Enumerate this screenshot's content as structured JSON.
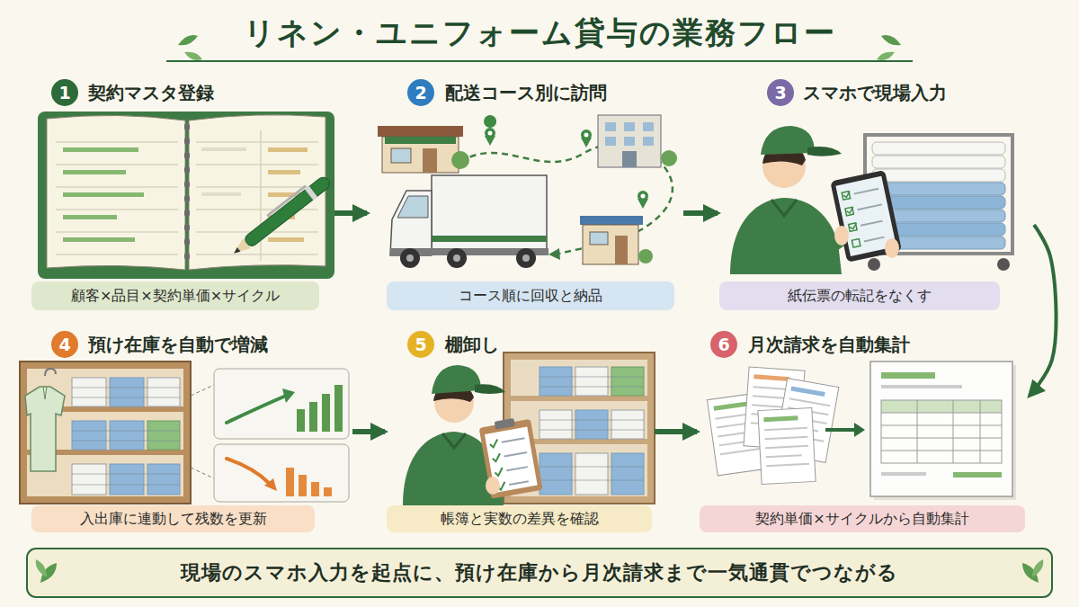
{
  "diagram": {
    "title": "リネン・ユニフォーム貸与の業務フロー",
    "caption": "現場のスマホ入力を起点に、預け在庫から月次請求まで一気通貫でつながる",
    "nodes": [
      {
        "text": [
          "契約マスタ登録"
        ]
      },
      {
        "text": [
          "1"
        ],
        "in": 0
      },
      {
        "text": [
          "顧客×品目×契約単価×サイクル"
        ],
        "in": 0
      },
      {
        "text": [
          "配送コース別に訪問"
        ]
      },
      {
        "text": [
          "2"
        ],
        "in": 3
      },
      {
        "text": [
          "コース順に回収と納品"
        ],
        "in": 3
      },
      {
        "text": [
          "スマホで現場入力"
        ]
      },
      {
        "text": [
          "3"
        ],
        "in": 6
      },
      {
        "text": [
          "紙伝票の転記をなくす"
        ],
        "in": 6
      },
      {
        "text": [
          "預け在庫を自動で増減"
        ]
      },
      {
        "text": [
          "4"
        ],
        "in": 9
      },
      {
        "text": [
          "入出庫に連動して残数を更新"
        ],
        "in": 9
      },
      {
        "text": [
          "棚卸し"
        ]
      },
      {
        "text": [
          "5"
        ],
        "in": 12
      },
      {
        "text": [
          "帳簿と実数の差異を確認"
        ],
        "in": 12
      },
      {
        "text": [
          "月次請求を自動集計"
        ]
      },
      {
        "text": [
          "6"
        ],
        "in": 15
      },
      {
        "text": [
          "契約単価×サイクルから自動集計"
        ],
        "in": 15
      }
    ],
    "edges": [
      {
        "from": 0,
        "to": 3,
        "arrow": "to"
      },
      {
        "from": 3,
        "to": 6,
        "arrow": "to"
      },
      {
        "from": 6,
        "to": 15,
        "arrow": "to"
      },
      {
        "from": 9,
        "to": 12,
        "arrow": "to"
      },
      {
        "from": 12,
        "to": 15,
        "arrow": "to"
      }
    ]
  }
}
